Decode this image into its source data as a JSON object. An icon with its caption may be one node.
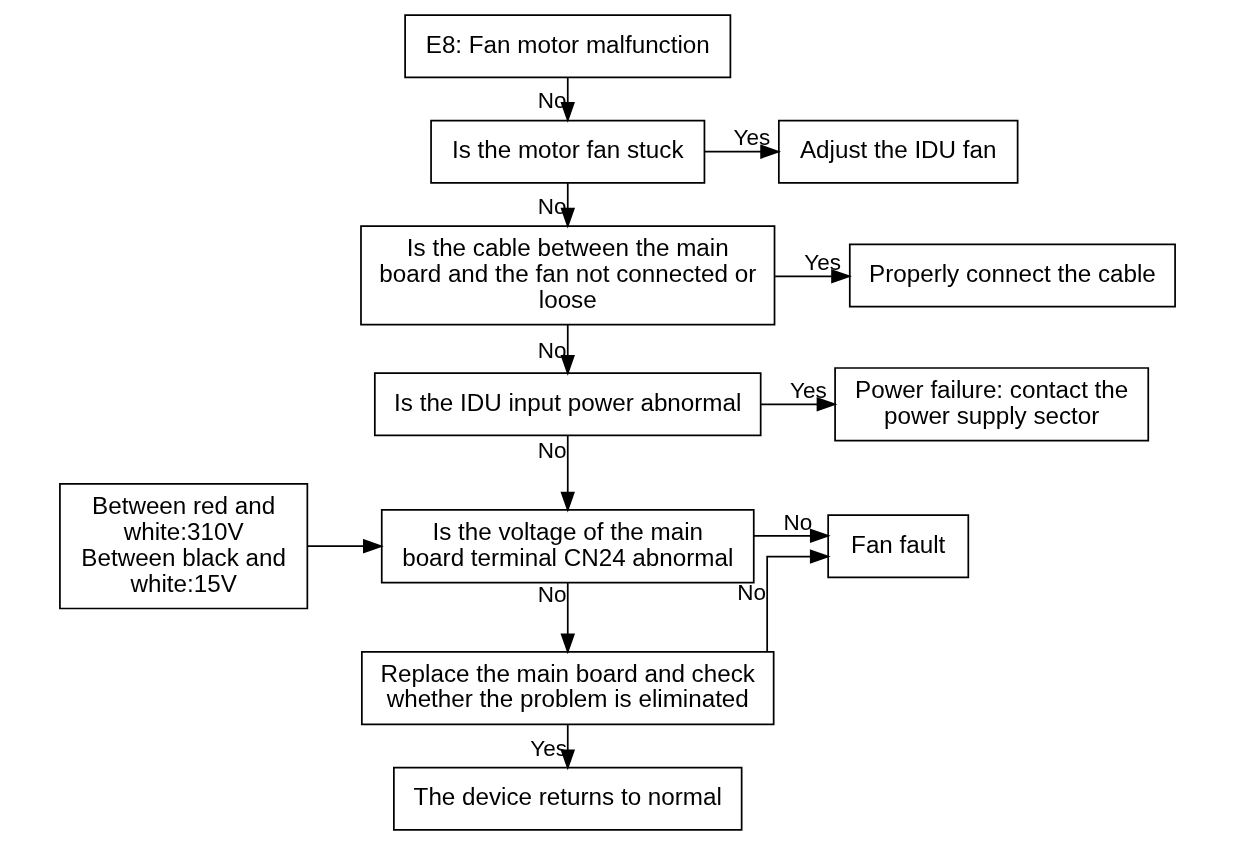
{
  "diagram": {
    "nodes": [
      {
        "text": [
          "E8: Fan motor malfunction"
        ]
      },
      {
        "text": [
          "Is the motor fan stuck"
        ]
      },
      {
        "text": [
          "Adjust the IDU fan"
        ]
      },
      {
        "text": [
          "Is the cable between the main board and the fan not connected or loose"
        ]
      },
      {
        "text": [
          "Properly connect the cable"
        ]
      },
      {
        "text": [
          "Is the IDU input power abnormal"
        ]
      },
      {
        "text": [
          "Power failure: contact the power supply sector"
        ]
      },
      {
        "text": [
          "Between red and white:310V",
          "Between black and white:15V"
        ]
      },
      {
        "text": [
          "Is the voltage of the main board terminal CN24 abnormal"
        ]
      },
      {
        "text": [
          "Fan fault"
        ]
      },
      {
        "text": [
          "Replace the main board and check whether the problem is eliminated"
        ]
      },
      {
        "text": [
          "The device returns to normal"
        ]
      }
    ],
    "edges": [
      {
        "from": 0,
        "to": 1,
        "arrow": "to",
        "label": "No"
      },
      {
        "from": 1,
        "to": 2,
        "arrow": "to",
        "label": "Yes"
      },
      {
        "from": 1,
        "to": 3,
        "arrow": "to",
        "label": "No"
      },
      {
        "from": 3,
        "to": 4,
        "arrow": "to",
        "label": "Yes"
      },
      {
        "from": 3,
        "to": 5,
        "arrow": "to",
        "label": "No"
      },
      {
        "from": 5,
        "to": 6,
        "arrow": "to",
        "label": "Yes"
      },
      {
        "from": 5,
        "to": 8,
        "arrow": "to",
        "label": "No"
      },
      {
        "from": 7,
        "to": 8,
        "arrow": "to"
      },
      {
        "from": 8,
        "to": 9,
        "arrow": "to",
        "label": "No"
      },
      {
        "from": 8,
        "to": 10,
        "arrow": "to",
        "label": "No"
      },
      {
        "from": 10,
        "to": 9,
        "arrow": "to",
        "label": "No"
      },
      {
        "from": 10,
        "to": 11,
        "arrow": "to",
        "label": "Yes"
      }
    ]
  }
}
